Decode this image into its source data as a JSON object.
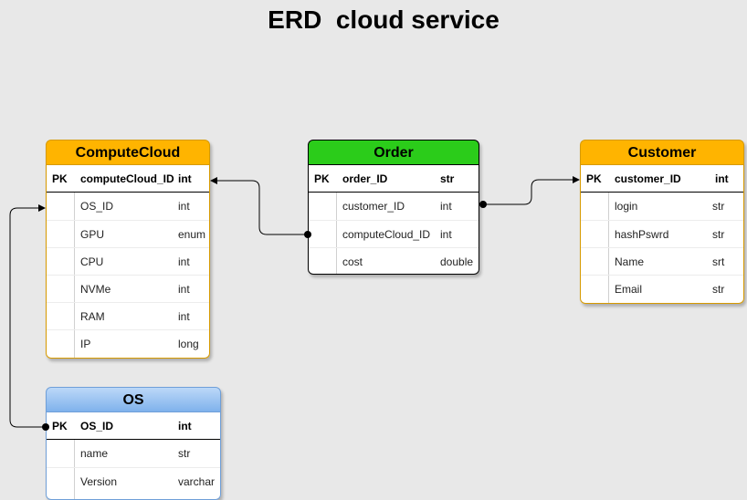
{
  "title": "ERD  cloud service",
  "colors": {
    "compute_header": "#ffb400",
    "order_header": "#2bcc1a",
    "customer_header": "#ffb400",
    "os_header": "#7fb2ec",
    "background": "#e8e8e8"
  },
  "entities": {
    "compute": {
      "name": "ComputeCloud",
      "pk": {
        "key": "PK",
        "name": "computeCloud_ID",
        "type": "int"
      },
      "attributes": [
        {
          "name": "OS_ID",
          "type": "int"
        },
        {
          "name": "GPU",
          "type": "enum"
        },
        {
          "name": "CPU",
          "type": "int"
        },
        {
          "name": "NVMe",
          "type": "int"
        },
        {
          "name": "RAM",
          "type": "int"
        },
        {
          "name": "IP",
          "type": "long"
        }
      ]
    },
    "order": {
      "name": "Order",
      "pk": {
        "key": "PK",
        "name": "order_ID",
        "type": "str"
      },
      "attributes": [
        {
          "name": "customer_ID",
          "type": "int"
        },
        {
          "name": "computeCloud_ID",
          "type": "int"
        },
        {
          "name": "cost",
          "type": "double"
        }
      ]
    },
    "customer": {
      "name": "Customer",
      "pk": {
        "key": "PK",
        "name": "customer_ID",
        "type": "int"
      },
      "attributes": [
        {
          "name": "login",
          "type": "str"
        },
        {
          "name": "hashPswrd",
          "type": "str"
        },
        {
          "name": "Name",
          "type": "srt"
        },
        {
          "name": "Email",
          "type": "str"
        }
      ]
    },
    "os": {
      "name": "OS",
      "pk": {
        "key": "PK",
        "name": "OS_ID",
        "type": "int"
      },
      "attributes": [
        {
          "name": "name",
          "type": "str"
        },
        {
          "name": "Version",
          "type": "varchar"
        }
      ]
    }
  }
}
